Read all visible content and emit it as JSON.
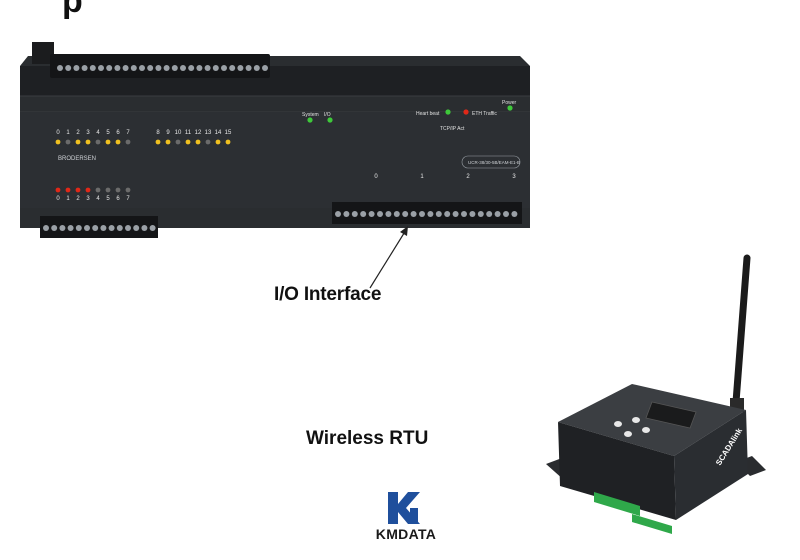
{
  "header": {
    "title_fragment": "p"
  },
  "io_module": {
    "label": "I/O Interface",
    "brand": "BRODERSEN",
    "model": "UCR-38/30-5B/EAM-E1-B",
    "top_channels": [
      "0",
      "1",
      "2",
      "3",
      "4",
      "5",
      "6",
      "7",
      "8",
      "9",
      "10",
      "11",
      "12",
      "13",
      "14",
      "15"
    ],
    "status_leds": [
      "System",
      "I/O",
      "Heart beat",
      "ETH Traffic",
      "Power"
    ],
    "tcp_label": "TCP/IP Act",
    "analog_channels": [
      "0",
      "1",
      "2",
      "3"
    ],
    "colors": {
      "body": "#26292c",
      "led_yellow": "#f0c020",
      "led_red": "#e02818",
      "led_green": "#3ec83a"
    }
  },
  "rtu": {
    "label": "Wireless RTU",
    "brand": "SCADAlink"
  },
  "logo": {
    "text": "KMDATA",
    "color": "#1f4f9c"
  }
}
